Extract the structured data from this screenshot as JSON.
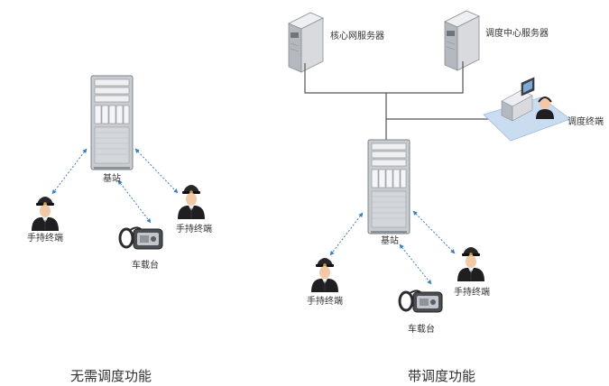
{
  "left_panel": {
    "caption": "无需调度功能",
    "base_station_label": "基站",
    "handheld_left_label": "手持终端",
    "handheld_right_label": "手持终端",
    "vehicle_label": "车载台"
  },
  "right_panel": {
    "caption": "带调度功能",
    "core_server_label": "核心网服务器",
    "dispatch_server_label": "调度中心服务器",
    "dispatch_terminal_label": "调度终端",
    "base_station_label": "基站",
    "handheld_left_label": "手持终端",
    "handheld_right_label": "手持终端",
    "vehicle_label": "车载台"
  },
  "colors": {
    "link_line": "#3a7fc4",
    "wire": "#555555",
    "desk_panel": "#c9dcf0",
    "rack": "#c8ccd0",
    "server": "#d8dadd",
    "uniform": "#1f1f22"
  },
  "icons": [
    "server-rack-icon",
    "server-tower-icon",
    "police-officer-icon",
    "vehicle-radio-icon",
    "dispatcher-desk-icon"
  ]
}
